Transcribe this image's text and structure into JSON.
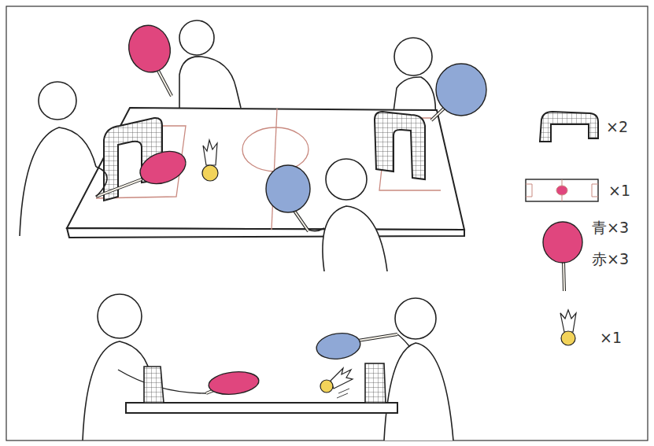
{
  "diagram": {
    "labels": [
      "×2",
      "×1",
      "青×3",
      "赤×3",
      "×1"
    ]
  }
}
